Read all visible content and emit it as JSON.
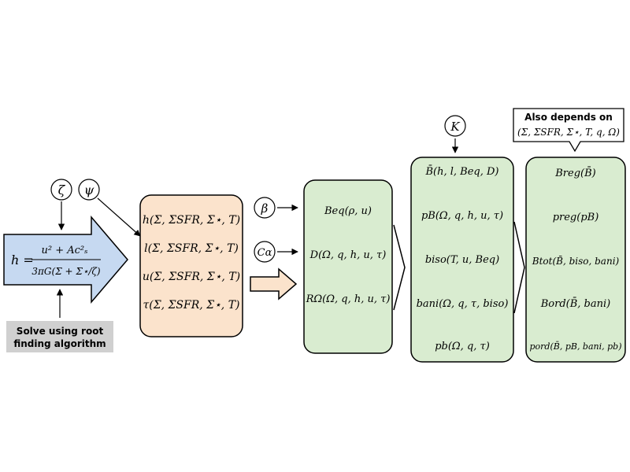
{
  "height_formula": {
    "lhs": "h =",
    "numerator": "u² + Ac²ₛ",
    "denominator": "3πG(Σ + Σ⋆/ζ)"
  },
  "root_finding_label": {
    "line1": "Solve using root",
    "line2": "finding algorithm"
  },
  "params_top": [
    "ζ",
    "ψ"
  ],
  "orange_box": {
    "items": [
      "h(Σ, ΣSFR, Σ⋆, T)",
      "l(Σ, ΣSFR, Σ⋆, T)",
      "u(Σ, ΣSFR, Σ⋆, T)",
      "τ(Σ, ΣSFR, Σ⋆, T)"
    ]
  },
  "params_mid": [
    "β",
    "Cα"
  ],
  "green_box_1": {
    "items": [
      "Beq(ρ, u)",
      "D(Ω, q, h, u, τ)",
      "RΩ(Ω, q, h, u, τ)"
    ]
  },
  "param_k": "K",
  "green_box_2": {
    "items": [
      "B̄(h, l, Beq, D)",
      "pB(Ω, q, h, u, τ)",
      "biso(T, u, Beq)",
      "bani(Ω, q, τ, biso)",
      "pb(Ω, q, τ)"
    ]
  },
  "callout": {
    "title": "Also depends on",
    "value": "(Σ, ΣSFR, Σ⋆, T, q, Ω)"
  },
  "green_box_3": {
    "items": [
      "Breg(B̄)",
      "preg(pB)",
      "Btot(B̄, biso, bani)",
      "Bord(B̄, bani)",
      "pord(B̄, pB, bani, pb)"
    ]
  },
  "colors": {
    "blue_arrow": "#c6d9f1",
    "orange_box": "#fbe3cc",
    "green_box": "#d9ecd0",
    "gray_label": "#d0d0d0"
  }
}
